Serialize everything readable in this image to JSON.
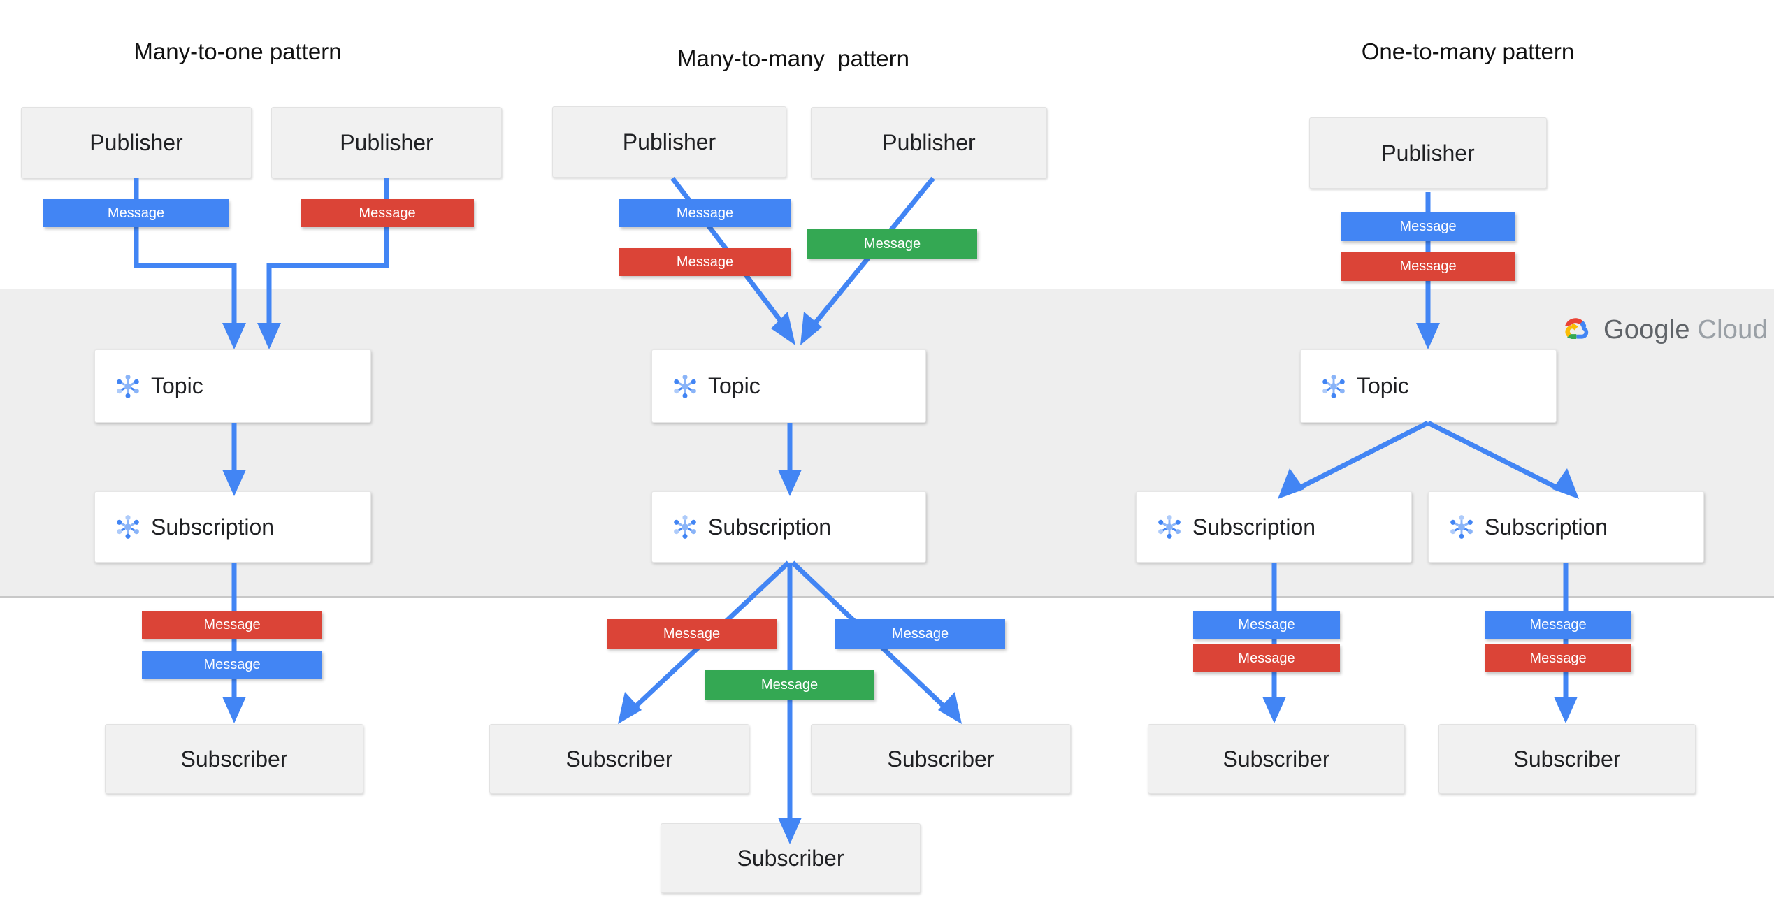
{
  "diagram": {
    "title_pattern_1": "Many-to-one pattern",
    "title_pattern_2": "Many-to-many  pattern",
    "title_pattern_3": "One-to-many pattern",
    "brand": {
      "name_primary": "Google",
      "name_secondary": "Cloud",
      "icon": "google-cloud-logo-icon",
      "band_label": "google-cloud-managed-band"
    },
    "colors": {
      "blue": "#4285f4",
      "red": "#db4437",
      "green": "#34a853",
      "yellow": "#fbbc05",
      "band": "#eeeeee",
      "endpoint_box": "#f1f1f1",
      "pubsub_box": "#ffffff",
      "arrow": "#4285f4",
      "text": "#202124"
    },
    "labels": {
      "publisher": "Publisher",
      "subscriber": "Subscriber",
      "topic": "Topic",
      "subscription": "Subscription",
      "message": "Message"
    },
    "columns": [
      {
        "id": "many-to-one",
        "title": "Many-to-one pattern",
        "publishers": [
          {
            "label": "Publisher",
            "messages": [
              {
                "label": "Message",
                "color": "blue"
              }
            ]
          },
          {
            "label": "Publisher",
            "messages": [
              {
                "label": "Message",
                "color": "red"
              }
            ]
          }
        ],
        "topics": [
          {
            "label": "Topic"
          }
        ],
        "subscriptions": [
          {
            "label": "Subscription"
          }
        ],
        "delivery_messages": [
          {
            "label": "Message",
            "color": "red"
          },
          {
            "label": "Message",
            "color": "blue"
          }
        ],
        "subscribers": [
          {
            "label": "Subscriber"
          }
        ]
      },
      {
        "id": "many-to-many",
        "title": "Many-to-many  pattern",
        "publishers": [
          {
            "label": "Publisher",
            "messages": [
              {
                "label": "Message",
                "color": "blue"
              },
              {
                "label": "Message",
                "color": "red"
              }
            ]
          },
          {
            "label": "Publisher",
            "messages": [
              {
                "label": "Message",
                "color": "green"
              }
            ]
          }
        ],
        "topics": [
          {
            "label": "Topic"
          }
        ],
        "subscriptions": [
          {
            "label": "Subscription"
          }
        ],
        "delivery_messages": [
          {
            "label": "Message",
            "color": "red"
          },
          {
            "label": "Message",
            "color": "blue"
          },
          {
            "label": "Message",
            "color": "green"
          }
        ],
        "subscribers": [
          {
            "label": "Subscriber"
          },
          {
            "label": "Subscriber"
          },
          {
            "label": "Subscriber"
          }
        ]
      },
      {
        "id": "one-to-many",
        "title": "One-to-many pattern",
        "publishers": [
          {
            "label": "Publisher",
            "messages": [
              {
                "label": "Message",
                "color": "blue"
              },
              {
                "label": "Message",
                "color": "red"
              }
            ]
          }
        ],
        "topics": [
          {
            "label": "Topic"
          }
        ],
        "subscriptions": [
          {
            "label": "Subscription"
          },
          {
            "label": "Subscription"
          }
        ],
        "delivery_messages": [
          {
            "label": "Message",
            "color": "blue"
          },
          {
            "label": "Message",
            "color": "red"
          },
          {
            "label": "Message",
            "color": "blue"
          },
          {
            "label": "Message",
            "color": "red"
          }
        ],
        "subscribers": [
          {
            "label": "Subscriber"
          },
          {
            "label": "Subscriber"
          }
        ]
      }
    ]
  }
}
